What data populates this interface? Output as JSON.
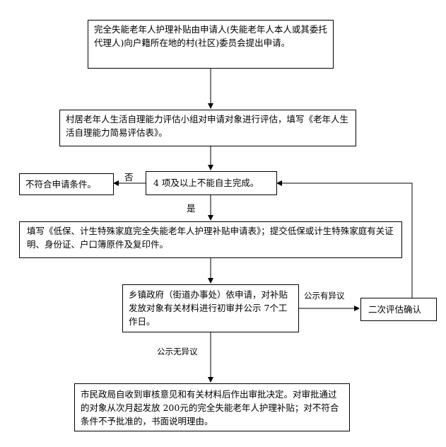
{
  "steps": {
    "apply": "完全失能老年人护理补贴由申请人(失能老年人本人或其委托代理人)向户籍所在地的村(社区)委员会提出申请。",
    "assess": "村居老年人生活自理能力评估小组对申请对象进行评估，填写《老年人生活自理能力简易评估表》。",
    "criteria": "4 项及以上不能自主完成。",
    "reject": "不符合申请条件。",
    "fill_form": "填写《低保、计生特殊家庭完全失能老年人护理补贴申请表》；提交低保或计生特殊家庭有关证明、身份证、户口簿原件及复印件。",
    "township_review": "乡镇政府（街道办事处）依申请，对补贴发放对象有关材料进行初审并公示 7个工作日。",
    "reassess": "二次评估确认",
    "final_approval": "市民政局自收到审核意见和有关材料后作出审批决定。对审批通过的对象从次月起发放 200元的完全失能老年人护理补贴；对不符合条件不予批准的，书面说明理由。"
  },
  "labels": {
    "no": "否",
    "yes": "是",
    "objection": "公示有异议",
    "no_objection": "公示无异议"
  }
}
